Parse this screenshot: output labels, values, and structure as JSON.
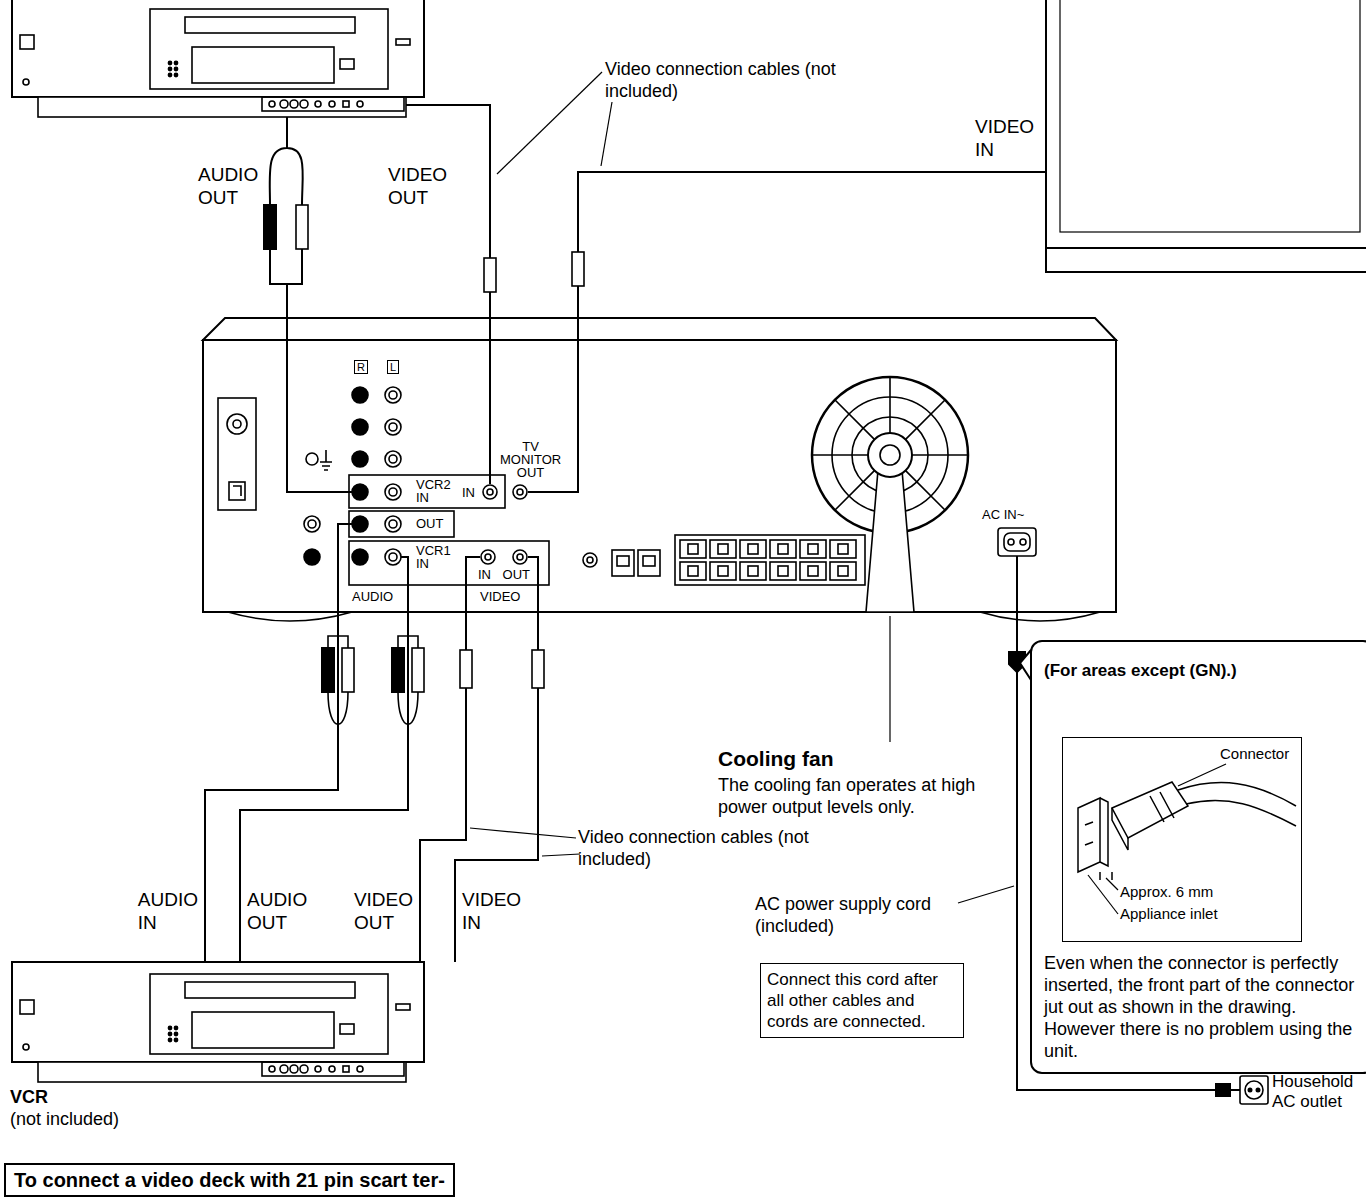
{
  "diagram": {
    "nodes": [
      {
        "text": [
          "R",
          "L",
          "VCR2 IN",
          "OUT",
          "VCR1 IN",
          "IN",
          "TV MONITOR OUT",
          "IN OUT",
          "AUDIO",
          "VIDEO",
          "AC IN~"
        ]
      },
      {
        "text": [
          "(For areas except (GN).)",
          "Even when the connector is perfectly inserted, the front part of the connector jut out as shown in the drawing. However there is no problem using the unit."
        ]
      },
      {
        "text": [
          "Connector",
          "Approx. 6 mm",
          "Appliance inlet"
        ],
        "in": 1
      },
      {
        "text": [
          "VCR",
          "(not included)"
        ]
      },
      {
        "text": [
          "Connect this cord after all other cables and cords are connected."
        ]
      },
      {
        "text": [
          "To connect a video deck with 21 pin scart ter-"
        ]
      }
    ],
    "edges": [
      {
        "from": 0,
        "to": 3,
        "label": "AUDIO IN",
        "arrow": "none"
      },
      {
        "from": 0,
        "to": 3,
        "label": "AUDIO OUT",
        "arrow": "none"
      },
      {
        "from": 0,
        "to": 3,
        "label": "VIDEO OUT",
        "arrow": "none"
      },
      {
        "from": 0,
        "to": 3,
        "label": "VIDEO IN",
        "arrow": "none"
      }
    ],
    "labels": [
      "AUDIO OUT",
      "VIDEO OUT",
      "Video connection cables (not included)",
      "VIDEO IN",
      "Cooling fan",
      "The cooling fan operates at high power output levels only.",
      "Video connection cables (not included)",
      "AC power supply cord (included)",
      "Household AC outlet"
    ]
  }
}
